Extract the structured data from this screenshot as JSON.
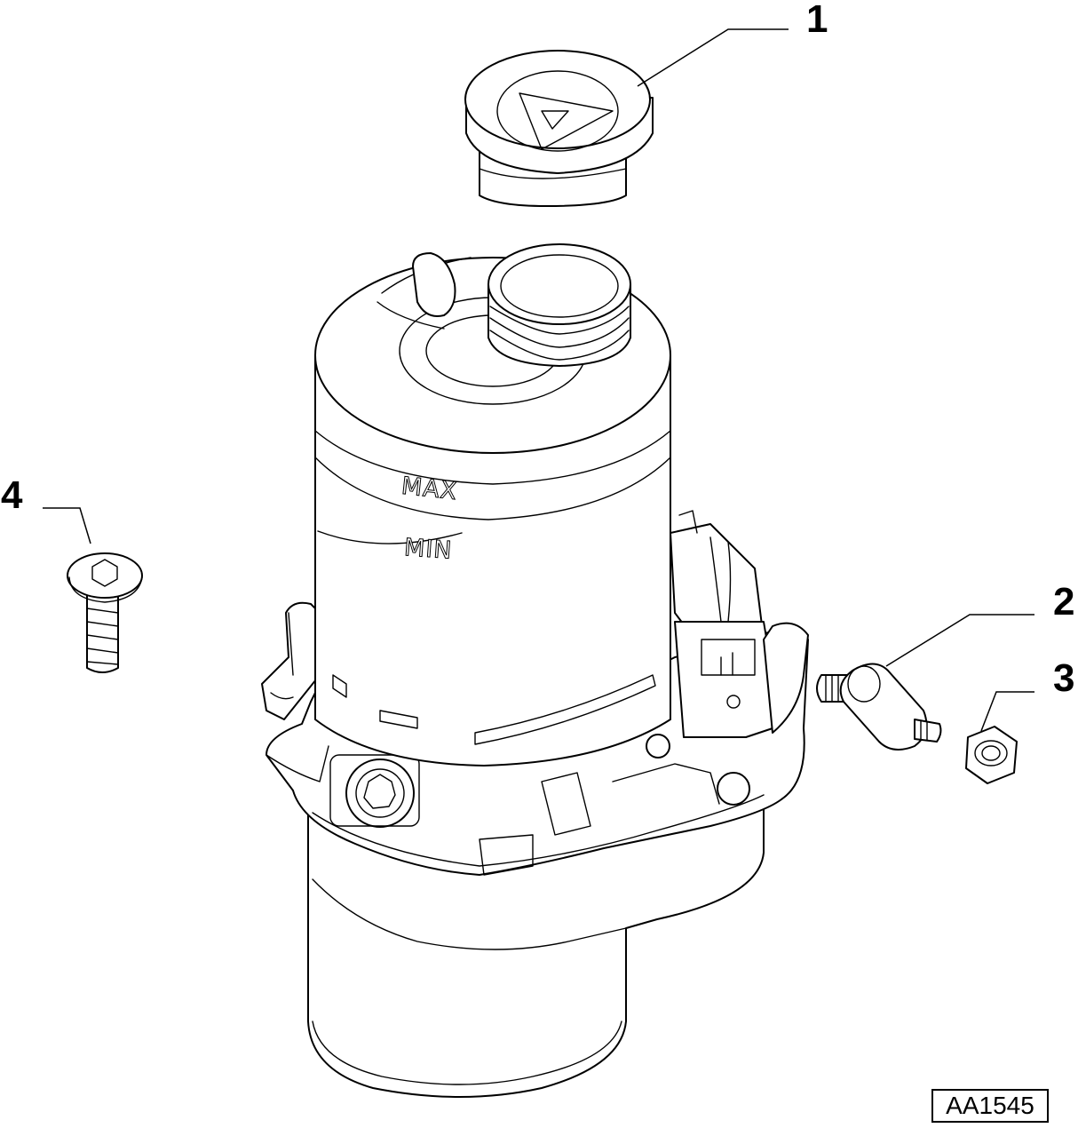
{
  "diagram": {
    "reference_code": "AA1545",
    "reservoir_marks": {
      "max": "MAX",
      "min": "MIN"
    },
    "callouts": [
      {
        "number": "1",
        "part": "reservoir-cap"
      },
      {
        "number": "2",
        "part": "stud-spacer"
      },
      {
        "number": "3",
        "part": "hex-nut"
      },
      {
        "number": "4",
        "part": "torx-bolt"
      }
    ]
  }
}
